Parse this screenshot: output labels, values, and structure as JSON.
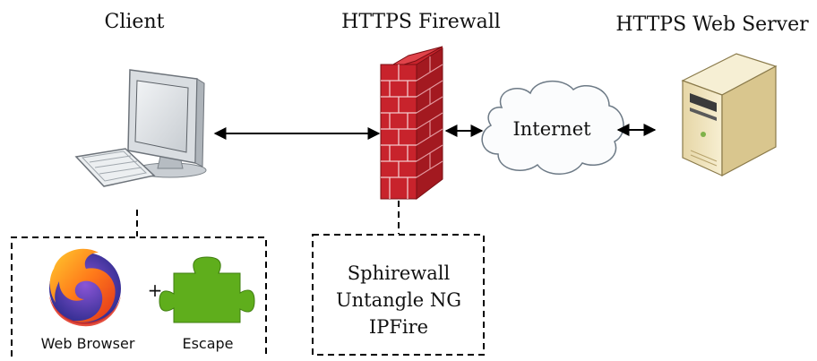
{
  "labels": {
    "client": "Client",
    "firewall": "HTTPS Firewall",
    "server": "HTTPS Web Server",
    "internet": "Internet",
    "plus": "+",
    "web_browser": "Web Browser",
    "escape": "Escape"
  },
  "firewall_products": [
    "Sphirewall",
    "Untangle NG",
    "IPFire"
  ],
  "icons": {
    "client": "desktop-computer-icon",
    "firewall": "brick-firewall-icon",
    "internet": "cloud-icon",
    "server": "server-tower-icon",
    "browser": "firefox-icon",
    "extension": "puzzle-piece-icon"
  },
  "colors": {
    "brick": "#c8232c",
    "puzzle": "#5fae1c",
    "server_beige": "#efe3b8"
  }
}
